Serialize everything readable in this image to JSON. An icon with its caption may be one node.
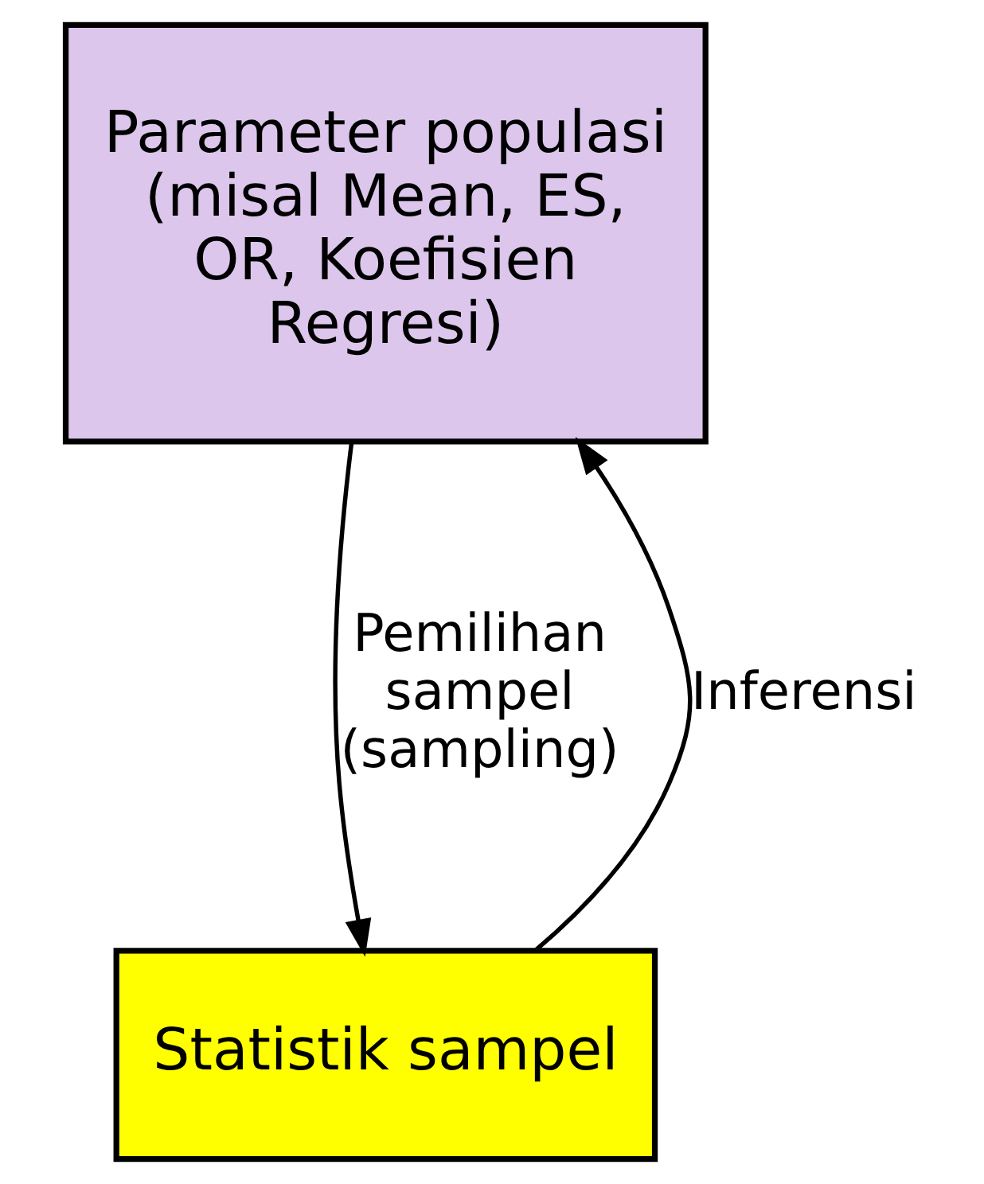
{
  "diagram": {
    "nodes": [
      {
        "text": [
          "Parameter populasi (misal Mean, ES, OR, Koefisien Regresi)"
        ]
      },
      {
        "text": [
          "Statistik sampel"
        ]
      }
    ],
    "edges": [
      {
        "from": 0,
        "to": 1,
        "arrow": "to",
        "label": "Pemilihan sampel (sampling)"
      },
      {
        "from": 1,
        "to": 0,
        "arrow": "to",
        "label": "Inferensi"
      }
    ]
  }
}
